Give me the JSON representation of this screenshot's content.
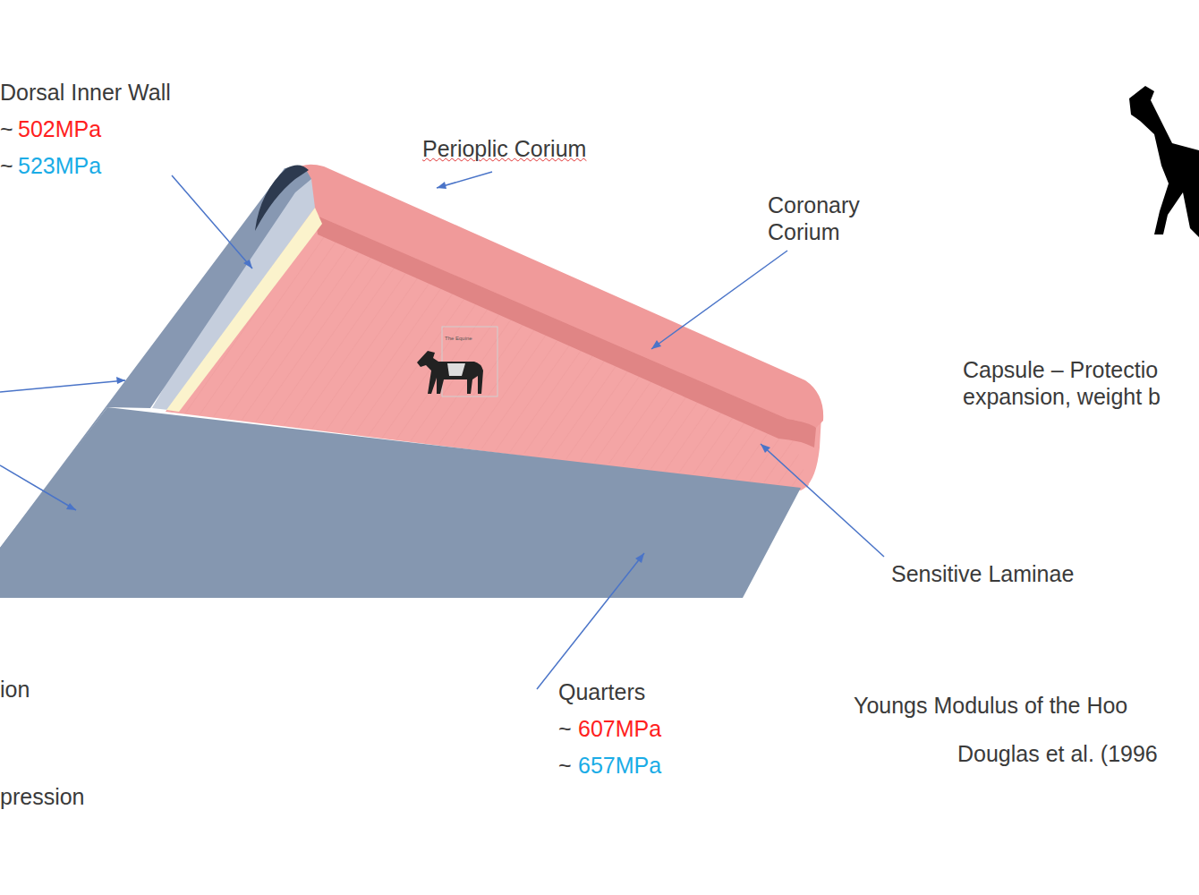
{
  "diagram": {
    "labels": [
      "Dorsal Inner Wall",
      "~",
      "502MPa",
      "~",
      "523MPa",
      "Perioplic Corium",
      "Coronary Corium",
      "Capsule – Protectio expansion, weight b",
      "The Equine",
      "Sensitive Laminae",
      "ion",
      "pression",
      "Quarters",
      "~",
      "607MPa",
      "~",
      "657MPa",
      "Youngs Modulus of the Hoo",
      "Douglas et al. (1996"
    ]
  }
}
